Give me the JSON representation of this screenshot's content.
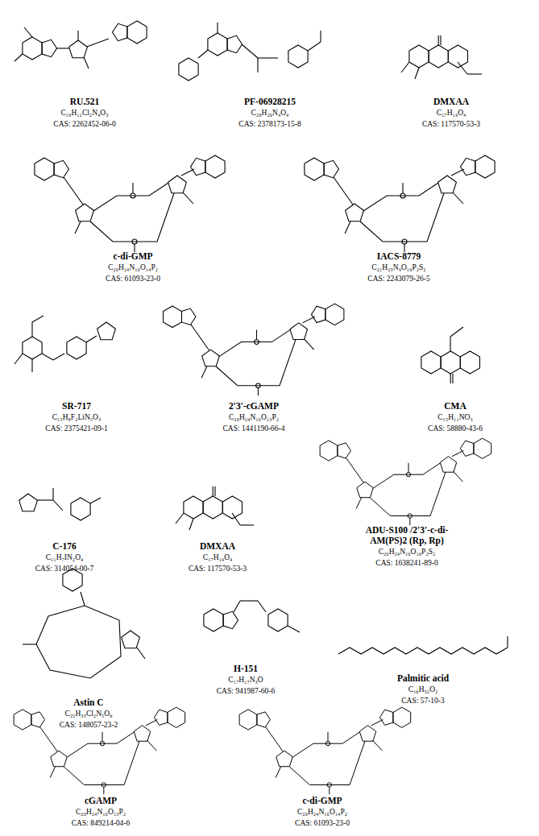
{
  "diagram": {
    "labels": [
      "RU.521",
      "C₁₉H₁₂Cl₂N₄O₃",
      "CAS: 2262452-06-0",
      "PF-06928215",
      "C₂₀H₂₀N₄O₄",
      "CAS: 2378173-15-8",
      "DMXAA",
      "C₁₇H₁₄O₄",
      "CAS: 117570-53-3",
      "c-di-GMP",
      "C₂₀H₂₄N₁₀O₁₄P₂",
      "CAS: 61093-23-0",
      "IACS-8779",
      "C₂₁H₂₅N₉O₁₀P₂S₂",
      "CAS: 2243079-26-5",
      "SR-717",
      "C₁₅H₈F₂LiN₅O₃",
      "CAS: 2375421-09-1",
      "2′3′-cGAMP",
      "C₂₀H₂₄N₁₀O₁₃P₂",
      "CAS: 1441190-66-4",
      "CMA",
      "C₁₅H₁₁NO₃",
      "CAS: 58880-43-6",
      "C-176",
      "C₁₁H₇IN₂O₄",
      "CAS: 314054-00-7",
      "DMXAA",
      "C₁₇H₁₄O₄",
      "CAS: 117570-53-3",
      "ADU-S100 /2′3′-c-di-AM(PS)2 (Rp, Rp)",
      "C₂₀H₂₄N₁₀O₁₀P₂S₂",
      "CAS: 1638241-89-0",
      "Astin C",
      "C₂₅H₃₃Cl₂N₅O₆",
      "CAS: 148057-23-2",
      "H-151",
      "C₁₇H₁₇N₃O",
      "CAS: 941987-60-6",
      "Palmitic acid",
      "C₁₆H₃₂O₂",
      "CAS: 57-10-3",
      "cGAMP",
      "C₂₀H₂₄N₁₀O₁₃P₂",
      "CAS: 849214-04-6",
      "c-di-GMP",
      "C₂₀H₂₄N₁₀O₁₄P₂",
      "CAS: 61093-23-0"
    ]
  }
}
